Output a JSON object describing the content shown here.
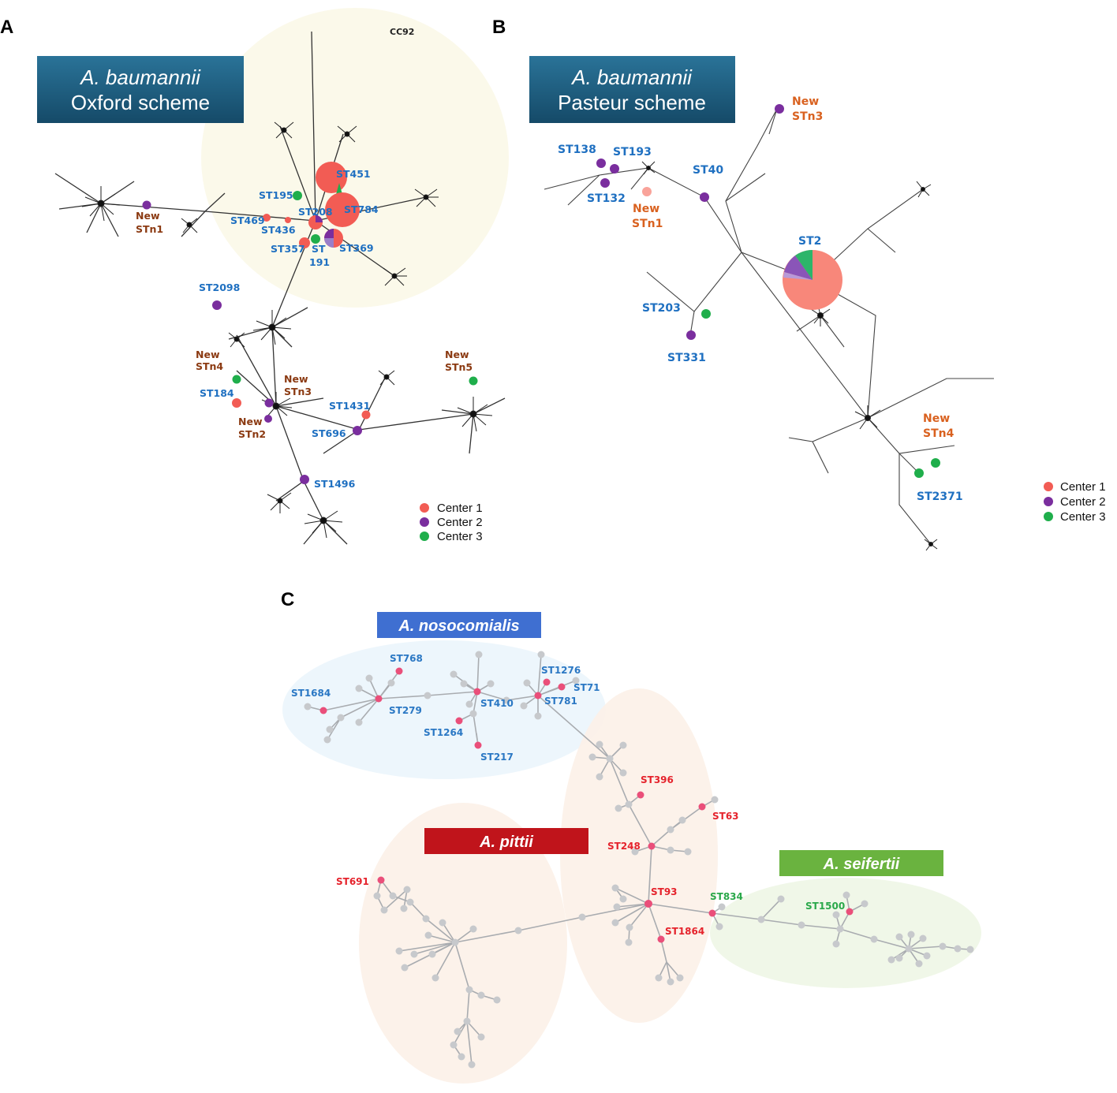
{
  "panels": {
    "A": {
      "label": "A",
      "title_species": "A. baumannii",
      "title_scheme": "Oxford scheme",
      "cluster_label": "CC92",
      "legend": [
        "Center 1",
        "Center 2",
        "Center 3"
      ]
    },
    "B": {
      "label": "B",
      "title_species": "A. baumannii",
      "title_scheme": "Pasteur scheme",
      "legend": [
        "Center 1",
        "Center 2",
        "Center 3"
      ]
    },
    "C": {
      "label": "C",
      "species": [
        "A. nosocomialis",
        "A. pittii",
        "A. seifertii"
      ]
    }
  },
  "colors": {
    "center1": "#f25c54",
    "center2": "#7a2e9e",
    "center3": "#1fae4b",
    "st_blue": "#1f70c1",
    "new_brown": "#8b3a12",
    "c_pink": "#ea4f7a",
    "c_gray": "#c7c9cc",
    "box_teal": "#1e5e82",
    "box_blue": "#3f6fd1",
    "box_red": "#c0141b",
    "box_green": "#6ab33f"
  },
  "labels_A": {
    "st451": "ST451",
    "st195": "ST195",
    "st784": "ST784",
    "st208": "ST208",
    "st469": "ST469",
    "st436": "ST436",
    "st357": "ST357",
    "st191a": "ST",
    "st191b": "191",
    "st369": "ST369",
    "new1a": "New",
    "new1b": "STn1",
    "st2098": "ST2098",
    "new4a": "New",
    "new4b": "STn4",
    "new3a": "New",
    "new3b": "STn3",
    "new5a": "New",
    "new5b": "STn5",
    "st184": "ST184",
    "st1431": "ST1431",
    "new2a": "New",
    "new2b": "STn2",
    "st696": "ST696",
    "st1496": "ST1496"
  },
  "labels_B": {
    "st138": "ST138",
    "st193": "ST193",
    "st132": "ST132",
    "st40": "ST40",
    "new1a": "New",
    "new1b": "STn1",
    "new3a": "New",
    "new3b": "STn3",
    "st2": "ST2",
    "st203": "ST203",
    "st331": "ST331",
    "new4a": "New",
    "new4b": "STn4",
    "st2371": "ST2371"
  },
  "labels_C": {
    "st768": "ST768",
    "st1684": "ST1684",
    "st279": "ST279",
    "st410": "ST410",
    "st1276": "ST1276",
    "st71": "ST71",
    "st781": "ST781",
    "st1264": "ST1264",
    "st217": "ST217",
    "st396": "ST396",
    "st63": "ST63",
    "st248": "ST248",
    "st691": "ST691",
    "st93": "ST93",
    "st1864": "ST1864",
    "st834": "ST834",
    "st1500": "ST1500"
  }
}
